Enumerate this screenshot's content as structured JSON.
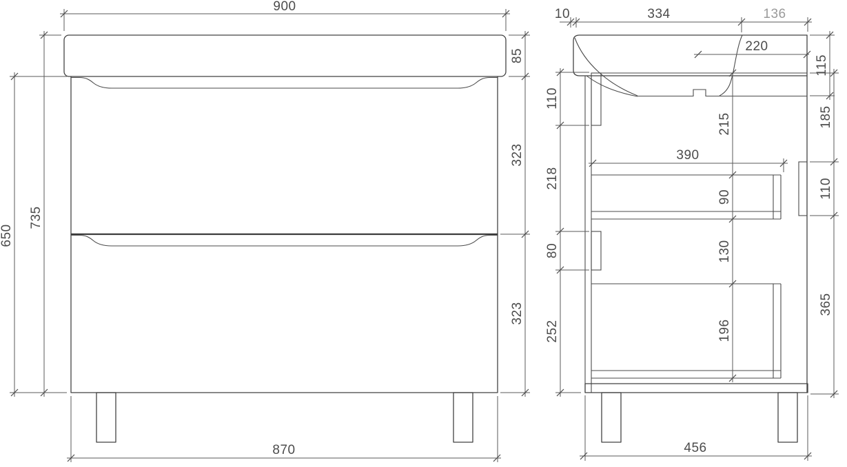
{
  "front_view": {
    "dims": {
      "overall_width": "900",
      "body_width": "870",
      "overall_height": "735",
      "body_height": "650",
      "sink_height": "85",
      "upper_section": "323",
      "lower_section": "323"
    }
  },
  "side_view": {
    "dims": {
      "back_gap": "10",
      "top_depth": "334",
      "front_overhang": "136",
      "drain_to_front": "220",
      "sink_front": "115",
      "apron_to_recess": "185",
      "handle_recess": "110",
      "recess_to_floor": "365",
      "rail_upper": "110",
      "rail_spacing": "218",
      "rail_lower": "80",
      "rail_to_bottom": "252",
      "basin_to_drawer": "215",
      "drawer_inner_depth": "390",
      "drawer1_side": "90",
      "drawer_gap": "130",
      "drawer2_side": "196",
      "bottom_depth": "456"
    }
  },
  "colors": {
    "background": "#ffffff",
    "object_line": "#424242",
    "dimension_line": "#5a5a5a",
    "text": "#4c4c4c",
    "muted_text": "#9a9a9a"
  }
}
